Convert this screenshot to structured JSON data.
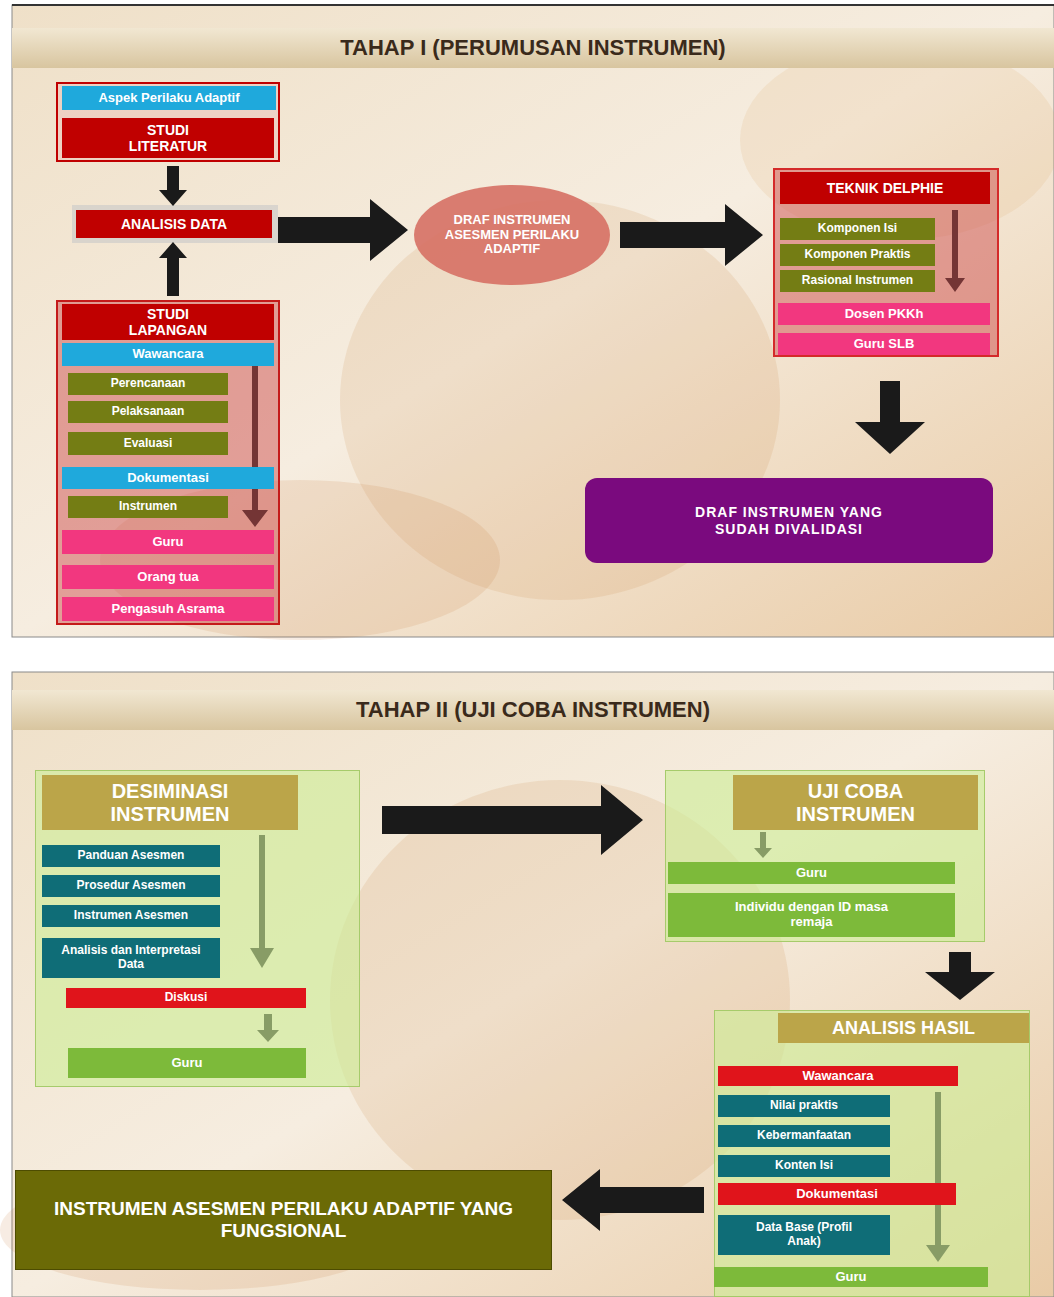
{
  "diagram": {
    "nodes": [
      {
        "text": [
          "TAHAP I (PERUMUSAN INSTRUMEN)"
        ]
      },
      {
        "text": [
          "STUDI LITERATUR"
        ]
      },
      {
        "text": [
          "Aspek Perilaku Adaptif"
        ],
        "in": 1
      },
      {
        "text": [
          "ANALISIS DATA"
        ]
      },
      {
        "text": [
          "STUDI LAPANGAN"
        ]
      },
      {
        "text": [
          "Wawancara"
        ],
        "in": 4
      },
      {
        "text": [
          "Perencanaan"
        ],
        "in": 4
      },
      {
        "text": [
          "Pelaksanaan"
        ],
        "in": 4
      },
      {
        "text": [
          "Evaluasi"
        ],
        "in": 4
      },
      {
        "text": [
          "Dokumentasi"
        ],
        "in": 4
      },
      {
        "text": [
          "Instrumen"
        ],
        "in": 4
      },
      {
        "text": [
          "Guru"
        ],
        "in": 4
      },
      {
        "text": [
          "Orang tua"
        ],
        "in": 4
      },
      {
        "text": [
          "Pengasuh Asrama"
        ],
        "in": 4
      },
      {
        "text": [
          "DRAF INSTRUMEN ASESMEN PERILAKU ADAPTIF"
        ]
      },
      {
        "text": [
          "TEKNIK DELPHIE"
        ]
      },
      {
        "text": [
          "Komponen Isi"
        ],
        "in": 15
      },
      {
        "text": [
          "Komponen Praktis"
        ],
        "in": 15
      },
      {
        "text": [
          "Rasional Instrumen"
        ],
        "in": 15
      },
      {
        "text": [
          "Dosen PKKh"
        ],
        "in": 15
      },
      {
        "text": [
          "Guru SLB"
        ],
        "in": 15
      },
      {
        "text": [
          "DRAF INSTRUMEN YANG SUDAH DIVALIDASI"
        ]
      },
      {
        "text": [
          "TAHAP II (UJI COBA INSTRUMEN)"
        ]
      },
      {
        "text": [
          "DESIMINASI INSTRUMEN"
        ]
      },
      {
        "text": [
          "Panduan Asesmen"
        ],
        "in": 23
      },
      {
        "text": [
          "Prosedur Asesmen"
        ],
        "in": 23
      },
      {
        "text": [
          "Instrumen Asesmen"
        ],
        "in": 23
      },
      {
        "text": [
          "Analisis dan Interpretasi Data"
        ],
        "in": 23
      },
      {
        "text": [
          "Diskusi"
        ],
        "in": 23
      },
      {
        "text": [
          "Guru"
        ],
        "in": 23
      },
      {
        "text": [
          "UJI COBA INSTRUMEN"
        ]
      },
      {
        "text": [
          "Guru"
        ],
        "in": 30
      },
      {
        "text": [
          "Individu dengan ID masa remaja"
        ],
        "in": 30
      },
      {
        "text": [
          "ANALISIS HASIL"
        ]
      },
      {
        "text": [
          "Wawancara"
        ],
        "in": 33
      },
      {
        "text": [
          "Nilai praktis"
        ],
        "in": 33
      },
      {
        "text": [
          "Kebermanfaatan"
        ],
        "in": 33
      },
      {
        "text": [
          "Konten Isi"
        ],
        "in": 33
      },
      {
        "text": [
          "Dokumentasi"
        ],
        "in": 33
      },
      {
        "text": [
          "Data Base (Profil Anak)"
        ],
        "in": 33
      },
      {
        "text": [
          "Guru"
        ],
        "in": 33
      },
      {
        "text": [
          "INSTRUMEN ASESMEN PERILAKU ADAPTIF YANG FUNGSIONAL"
        ]
      }
    ],
    "edges": [
      {
        "from": 1,
        "to": 3,
        "arrow": "to"
      },
      {
        "from": 4,
        "to": 3,
        "arrow": "to"
      },
      {
        "from": 3,
        "to": 14,
        "arrow": "to"
      },
      {
        "from": 14,
        "to": 15,
        "arrow": "to"
      },
      {
        "from": 15,
        "to": 21,
        "arrow": "to"
      },
      {
        "from": 23,
        "to": 30,
        "arrow": "to"
      },
      {
        "from": 28,
        "to": 29,
        "arrow": "to"
      },
      {
        "from": 30,
        "to": 33,
        "arrow": "to"
      },
      {
        "from": 33,
        "to": 41,
        "arrow": "to"
      }
    ]
  }
}
